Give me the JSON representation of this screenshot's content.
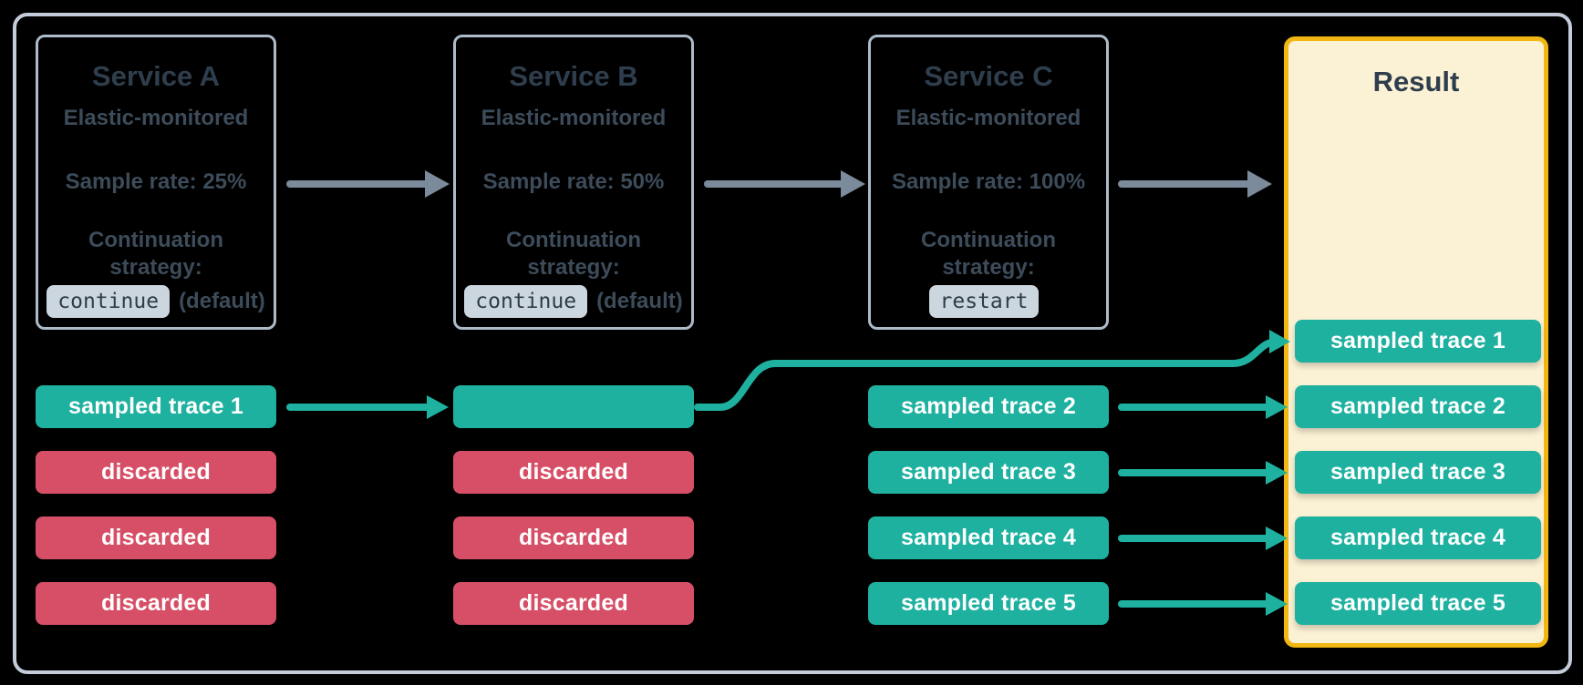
{
  "services": [
    {
      "title": "Service A",
      "monitoring": "Elastic-monitored",
      "sample_rate": "Sample rate: 25%",
      "continuation_label": "Continuation strategy:",
      "strategy_code": "continue",
      "strategy_suffix": "(default)"
    },
    {
      "title": "Service B",
      "monitoring": "Elastic-monitored",
      "sample_rate": "Sample rate: 50%",
      "continuation_label": "Continuation strategy:",
      "strategy_code": "continue",
      "strategy_suffix": "(default)"
    },
    {
      "title": "Service C",
      "monitoring": "Elastic-monitored",
      "sample_rate": "Sample rate: 100%",
      "continuation_label": "Continuation strategy:",
      "strategy_code": "restart",
      "strategy_suffix": ""
    }
  ],
  "columns": [
    {
      "rows": [
        {
          "label": "sampled trace 1",
          "type": "sampled"
        },
        {
          "label": "discarded",
          "type": "discarded"
        },
        {
          "label": "discarded",
          "type": "discarded"
        },
        {
          "label": "discarded",
          "type": "discarded"
        }
      ]
    },
    {
      "rows": [
        {
          "label": "",
          "type": "sampled"
        },
        {
          "label": "discarded",
          "type": "discarded"
        },
        {
          "label": "discarded",
          "type": "discarded"
        },
        {
          "label": "discarded",
          "type": "discarded"
        }
      ]
    },
    {
      "rows": [
        {
          "label": "sampled trace 2",
          "type": "sampled"
        },
        {
          "label": "sampled trace 3",
          "type": "sampled"
        },
        {
          "label": "sampled trace 4",
          "type": "sampled"
        },
        {
          "label": "sampled trace 5",
          "type": "sampled"
        }
      ]
    }
  ],
  "result": {
    "title": "Result",
    "badges": [
      "sampled trace 1",
      "sampled trace 2",
      "sampled trace 3",
      "sampled trace 4",
      "sampled trace 5"
    ]
  },
  "connections": [
    {
      "from": "Service A",
      "to": "Service B",
      "color": "gray"
    },
    {
      "from": "Service B",
      "to": "Service C",
      "color": "gray"
    },
    {
      "from": "Service C",
      "to": "Result",
      "color": "gray"
    },
    {
      "from": "sampled trace 1 (col 1)",
      "to": "unlabeled sampled badge (col 2)",
      "color": "teal"
    },
    {
      "from": "unlabeled sampled badge (col 2)",
      "to": "sampled trace 1 (Result)",
      "color": "teal"
    },
    {
      "from": "sampled trace 2 (col 3)",
      "to": "sampled trace 2 (Result)",
      "color": "teal"
    },
    {
      "from": "sampled trace 3 (col 3)",
      "to": "sampled trace 3 (Result)",
      "color": "teal"
    },
    {
      "from": "sampled trace 4 (col 3)",
      "to": "sampled trace 4 (Result)",
      "color": "teal"
    },
    {
      "from": "sampled trace 5 (col 3)",
      "to": "sampled trace 5 (Result)",
      "color": "teal"
    }
  ],
  "colors": {
    "background": "#000000",
    "frame_border": "#c3ccd8",
    "box_border": "#adbbc9",
    "title_text": "#2f3e4d",
    "body_text": "#3d4c5a",
    "chip_bg": "#ccd6df",
    "teal": "#1fb1a0",
    "red": "#d64f66",
    "badge_text": "#ffffff",
    "result_bg": "#fbf1d4",
    "result_border": "#f2b713",
    "arrow_gray": "#7b8b9b"
  }
}
